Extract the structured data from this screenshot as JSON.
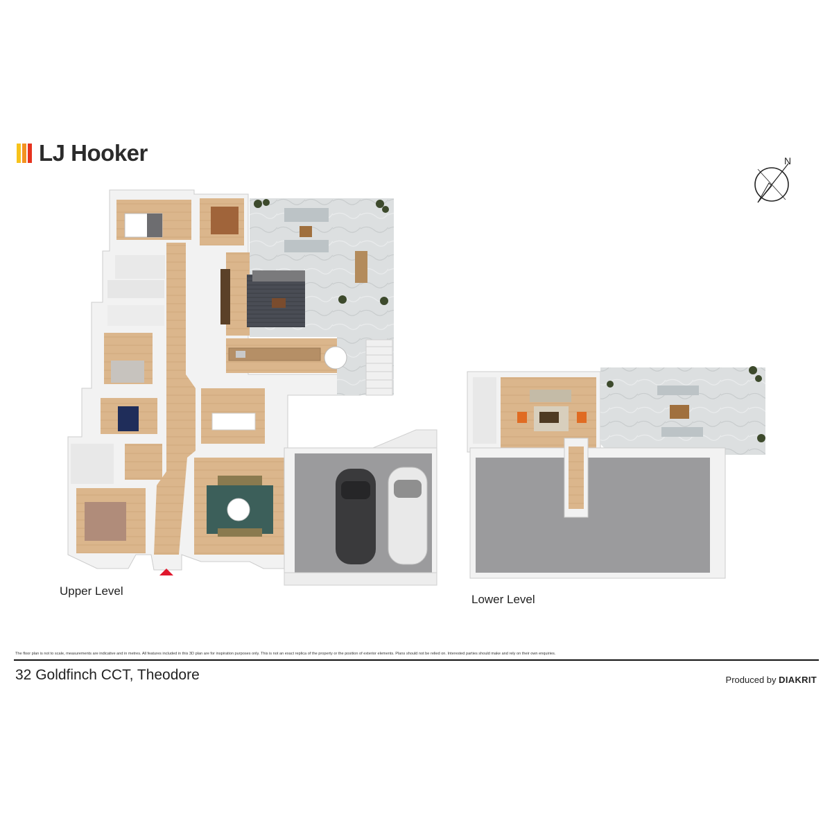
{
  "brand": {
    "name": "LJ Hooker",
    "bar_colors": [
      "#f7c31b",
      "#f39221",
      "#e6331f"
    ]
  },
  "compass": {
    "north_label": "N"
  },
  "levels": {
    "upper_label": "Upper Level",
    "lower_label": "Lower Level"
  },
  "colors": {
    "floor_wood": "#d9b48a",
    "wall": "#f5f5f5",
    "garage_floor": "#9c9c9e",
    "terrace": "#d8dcdc",
    "entry_marker": "#e0182d"
  },
  "disclaimer": "The floor plan is not to scale, measurements are indicative and in metres. All features included in this 3D plan are for inspiration purposes only. This is not an exact replica of the property or the position of exterior elements. Plans should not be relied on. Interested parties should make and rely on their own enquiries.",
  "address": "32 Goldfinch CCT, Theodore",
  "producer": {
    "prefix": "Produced by",
    "name": "DIAKRIT"
  }
}
